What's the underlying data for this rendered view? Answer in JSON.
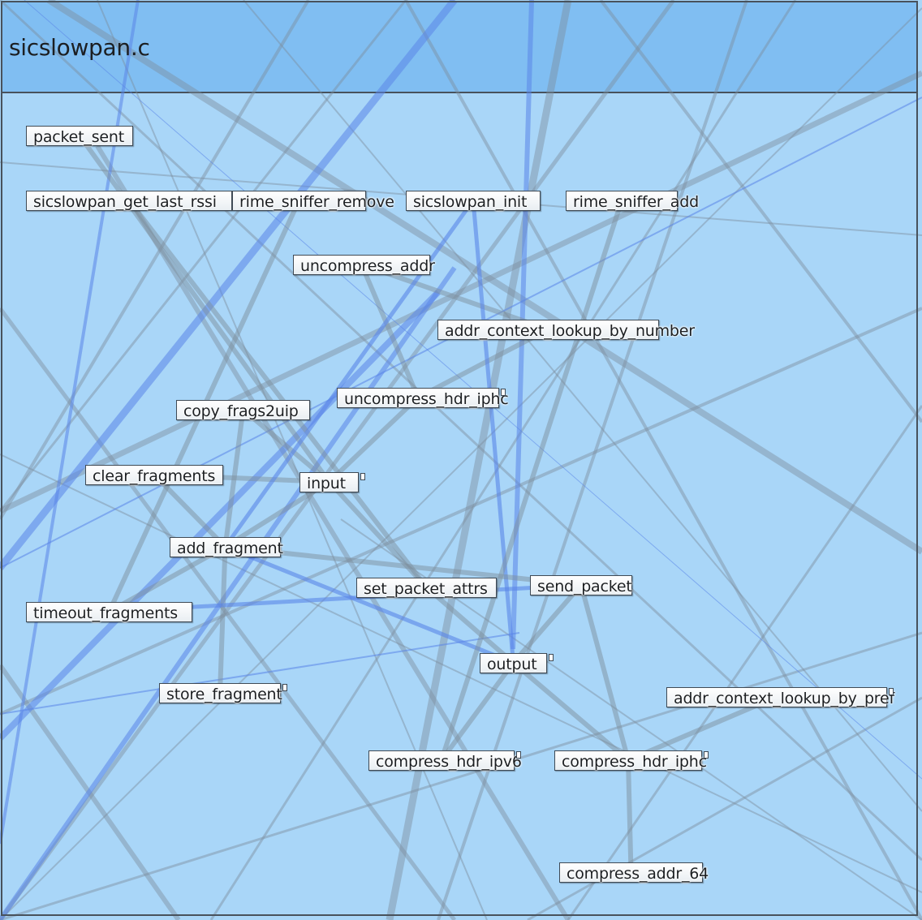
{
  "title": "sicslowpan.c",
  "colors": {
    "background": "#a9d6f8",
    "title_bar": "#80bef2",
    "edge_gray": "#7d8f9d",
    "edge_blue": "#5a85e8"
  },
  "nodes": [
    {
      "id": "packet_sent",
      "label": "packet_sent",
      "marker": false
    },
    {
      "id": "sicslowpan_get_last_rssi",
      "label": "sicslowpan_get_last_rssi",
      "marker": false
    },
    {
      "id": "rime_sniffer_remove",
      "label": "rime_sniffer_remove",
      "marker": false
    },
    {
      "id": "sicslowpan_init",
      "label": "sicslowpan_init",
      "marker": false
    },
    {
      "id": "rime_sniffer_add",
      "label": "rime_sniffer_add",
      "marker": false
    },
    {
      "id": "uncompress_addr",
      "label": "uncompress_addr",
      "marker": false
    },
    {
      "id": "addr_context_lookup_by_number",
      "label": "addr_context_lookup_by_number",
      "marker": false
    },
    {
      "id": "uncompress_hdr_iphc",
      "label": "uncompress_hdr_iphc",
      "marker": true
    },
    {
      "id": "copy_frags2uip",
      "label": "copy_frags2uip",
      "marker": false
    },
    {
      "id": "clear_fragments",
      "label": "clear_fragments",
      "marker": false
    },
    {
      "id": "input",
      "label": "input",
      "marker": true
    },
    {
      "id": "add_fragment",
      "label": "add_fragment",
      "marker": false
    },
    {
      "id": "set_packet_attrs",
      "label": "set_packet_attrs",
      "marker": false
    },
    {
      "id": "send_packet",
      "label": "send_packet",
      "marker": false
    },
    {
      "id": "timeout_fragments",
      "label": "timeout_fragments",
      "marker": false
    },
    {
      "id": "output",
      "label": "output",
      "marker": true
    },
    {
      "id": "store_fragment",
      "label": "store_fragment",
      "marker": true
    },
    {
      "id": "addr_context_lookup_by_prefix",
      "label": "addr_context_lookup_by_pref",
      "marker": true
    },
    {
      "id": "compress_hdr_ipv6",
      "label": "compress_hdr_ipv6",
      "marker": true
    },
    {
      "id": "compress_hdr_iphc",
      "label": "compress_hdr_iphc",
      "marker": true
    },
    {
      "id": "compress_addr_64",
      "label": "compress_addr_64",
      "marker": false
    }
  ],
  "edges": [
    {
      "from": "input",
      "to": "uncompress_hdr_iphc",
      "kind": "gray"
    },
    {
      "from": "input",
      "to": "add_fragment",
      "kind": "gray"
    },
    {
      "from": "input",
      "to": "copy_frags2uip",
      "kind": "gray"
    },
    {
      "from": "input",
      "to": "clear_fragments",
      "kind": "gray"
    },
    {
      "from": "input",
      "to": "set_packet_attrs",
      "kind": "gray"
    },
    {
      "from": "uncompress_hdr_iphc",
      "to": "uncompress_addr",
      "kind": "gray"
    },
    {
      "from": "uncompress_hdr_iphc",
      "to": "addr_context_lookup_by_number",
      "kind": "gray"
    },
    {
      "from": "uncompress_addr",
      "to": "addr_context_lookup_by_number",
      "kind": "gray"
    },
    {
      "from": "output",
      "to": "compress_hdr_ipv6",
      "kind": "gray"
    },
    {
      "from": "output",
      "to": "compress_hdr_iphc",
      "kind": "gray"
    },
    {
      "from": "output",
      "to": "send_packet",
      "kind": "gray"
    },
    {
      "from": "output",
      "to": "set_packet_attrs",
      "kind": "gray"
    },
    {
      "from": "output",
      "to": "add_fragment",
      "kind": "blue"
    },
    {
      "from": "output",
      "to": "sicslowpan_init",
      "kind": "blue"
    },
    {
      "from": "compress_hdr_iphc",
      "to": "compress_addr_64",
      "kind": "gray"
    },
    {
      "from": "compress_hdr_iphc",
      "to": "addr_context_lookup_by_prefix",
      "kind": "gray"
    },
    {
      "from": "add_fragment",
      "to": "store_fragment",
      "kind": "gray"
    },
    {
      "from": "add_fragment",
      "to": "timeout_fragments",
      "kind": "gray"
    },
    {
      "from": "add_fragment",
      "to": "clear_fragments",
      "kind": "gray"
    },
    {
      "from": "add_fragment",
      "to": "copy_frags2uip",
      "kind": "gray"
    },
    {
      "from": "add_fragment",
      "to": "send_packet",
      "kind": "gray"
    },
    {
      "from": "timeout_fragments",
      "to": "send_packet",
      "kind": "blue"
    },
    {
      "from": "packet_sent",
      "to": "input",
      "kind": "gray"
    },
    {
      "from": "sicslowpan_get_last_rssi",
      "to": "set_packet_attrs",
      "kind": "gray"
    },
    {
      "from": "rime_sniffer_remove",
      "to": "timeout_fragments",
      "kind": "gray"
    },
    {
      "from": "sicslowpan_init",
      "to": "add_fragment",
      "kind": "blue"
    },
    {
      "from": "rime_sniffer_add",
      "to": "compress_hdr_ipv6",
      "kind": "gray"
    },
    {
      "from": "send_packet",
      "to": "compress_hdr_iphc",
      "kind": "gray"
    }
  ]
}
